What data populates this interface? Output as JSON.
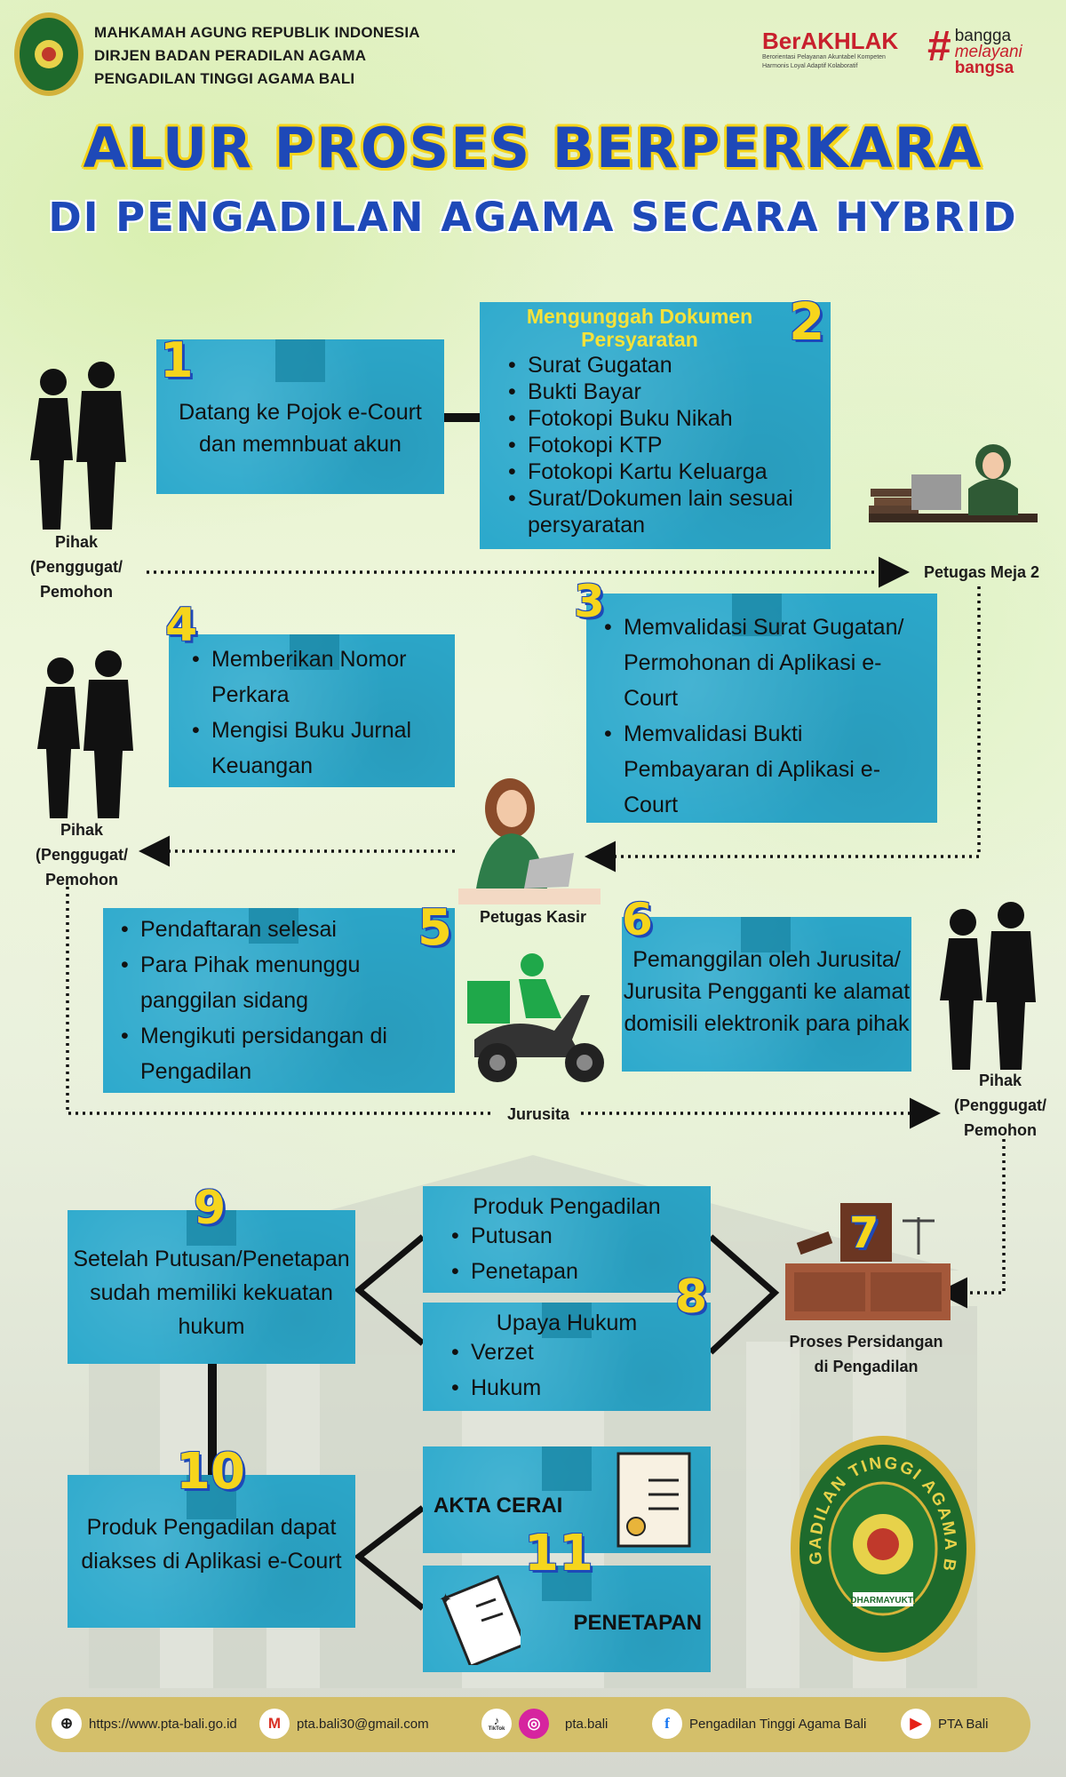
{
  "header": {
    "org_line1": "MAHKAMAH AGUNG REPUBLIK INDONESIA",
    "org_line2": "DIRJEN BADAN PERADILAN AGAMA",
    "org_line3": "PENGADILAN TINGGI AGAMA BALI",
    "berakhlak": "BerAKHLAK",
    "berakhlak_sub1": "Berorientasi Pelayanan Akuntabel Kompeten",
    "berakhlak_sub2": "Harmonis Loyal Adaptif Kolaboratif",
    "bangga1": "bangga",
    "bangga2": "melayani",
    "bangga3": "bangsa"
  },
  "title": {
    "line1": "ALUR PROSES BERPERKARA",
    "line2": "DI PENGADILAN AGAMA SECARA HYBRID"
  },
  "steps": {
    "s1": {
      "num": "1",
      "text": "Datang ke Pojok e-Court dan memnbuat akun"
    },
    "s2": {
      "num": "2",
      "title": "Mengunggah Dokumen Persyaratan",
      "items": [
        "Surat Gugatan",
        "Bukti Bayar",
        "Fotokopi Buku Nikah",
        "Fotokopi KTP",
        "Fotokopi Kartu Keluarga",
        "Surat/Dokumen lain sesuai persyaratan"
      ]
    },
    "s3": {
      "num": "3",
      "items": [
        "Memvalidasi Surat Gugatan/ Permohonan di Aplikasi e-Court",
        "Memvalidasi Bukti Pembayaran di Aplikasi e-Court"
      ]
    },
    "s4": {
      "num": "4",
      "items": [
        "Memberikan Nomor Perkara",
        "Mengisi Buku Jurnal Keuangan"
      ]
    },
    "s5": {
      "num": "5",
      "items": [
        "Pendaftaran selesai",
        "Para Pihak menunggu panggilan sidang",
        "Mengikuti persidangan di Pengadilan"
      ]
    },
    "s6": {
      "num": "6",
      "text": "Pemanggilan oleh Jurusita/ Jurusita Pengganti ke alamat domisili elektronik para pihak"
    },
    "s7": {
      "num": "7"
    },
    "s8": {
      "num": "8",
      "a_title": "Produk Pengadilan",
      "a_items": [
        "Putusan",
        "Penetapan"
      ],
      "b_title": "Upaya Hukum",
      "b_items": [
        "Verzet",
        "Hukum"
      ]
    },
    "s9": {
      "num": "9",
      "text": "Setelah Putusan/Penetapan sudah memiliki kekuatan hukum"
    },
    "s10": {
      "num": "10",
      "text": "Produk Pengadilan dapat diakses di Aplikasi e-Court"
    },
    "s11": {
      "num": "11",
      "a": "AKTA CERAI",
      "b": "PENETAPAN"
    }
  },
  "labels": {
    "pihak1": "Pihak (Penggugat/ Pemohon",
    "pihak2": "Pihak (Penggugat/ Pemohon",
    "pihak3": "Pihak (Penggugat/ Pemohon",
    "meja2": "Petugas Meja 2",
    "kasir": "Petugas Kasir",
    "jurusita": "Jurusita",
    "sidang": "Proses Persidangan di Pengadilan"
  },
  "seal": {
    "text": "PENGADILAN TINGGI AGAMA BALI",
    "banner": "DHARMAYUKTI"
  },
  "footer": {
    "web": "https://www.pta-bali.go.id",
    "email": "pta.bali30@gmail.com",
    "social": "pta.bali",
    "facebook": "Pengadilan Tinggi Agama Bali",
    "youtube": "PTA Bali",
    "tiktok_label": "TikTok"
  },
  "colors": {
    "box": "#2ca9cc",
    "title": "#1e49b8",
    "number": "#f6d51c",
    "footer": "#d4bf6a"
  }
}
